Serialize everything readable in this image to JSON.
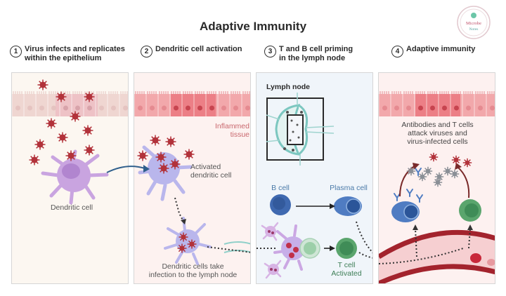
{
  "title": "Adaptive Immunity",
  "logo": {
    "line1": "Microbe",
    "line2": "Notes"
  },
  "steps": [
    {
      "num": "1",
      "line1": "Virus infects and replicates",
      "line2": "within the epithelium"
    },
    {
      "num": "2",
      "line1": "Dendritic cell activation",
      "line2": ""
    },
    {
      "num": "3",
      "line1": "T and B cell priming",
      "line2": "in the lymph node"
    },
    {
      "num": "4",
      "line1": "Adaptive immunity",
      "line2": ""
    }
  ],
  "panel1": {
    "dendritic_cell": "Dendritic cell"
  },
  "panel2": {
    "inflamed_line1": "Inflammed",
    "inflamed_line2": "tissue",
    "activated_line1": "Activated",
    "activated_line2": "dendritic cell",
    "take_line1": "Dendritic cells take",
    "take_line2": "infection to the lymph node"
  },
  "panel3": {
    "lymph_node": "Lymph node",
    "b_cell": "B cell",
    "plasma_cell": "Plasma cell",
    "t_cell_line1": "T cell",
    "t_cell_line2": "Activated"
  },
  "panel4": {
    "attack_line1": "Antibodies and T cells",
    "attack_line2": "attack viruses and",
    "attack_line3": "virus-infected cells"
  },
  "colors": {
    "virus": "#b2323a",
    "dendritic": "#c9a4e0",
    "activated_dendritic": "#b9b6ec",
    "b_cell": "#3f69b0",
    "t_cell": "#5aa56d",
    "epithelium_normal": "#f0d4d0",
    "epithelium_inflamed": "#ef8f95",
    "vessel": "#a3232d",
    "inflamed_text": "#c9686e",
    "label_blue": "#4a7aa8",
    "label_green": "#3c7d55"
  }
}
